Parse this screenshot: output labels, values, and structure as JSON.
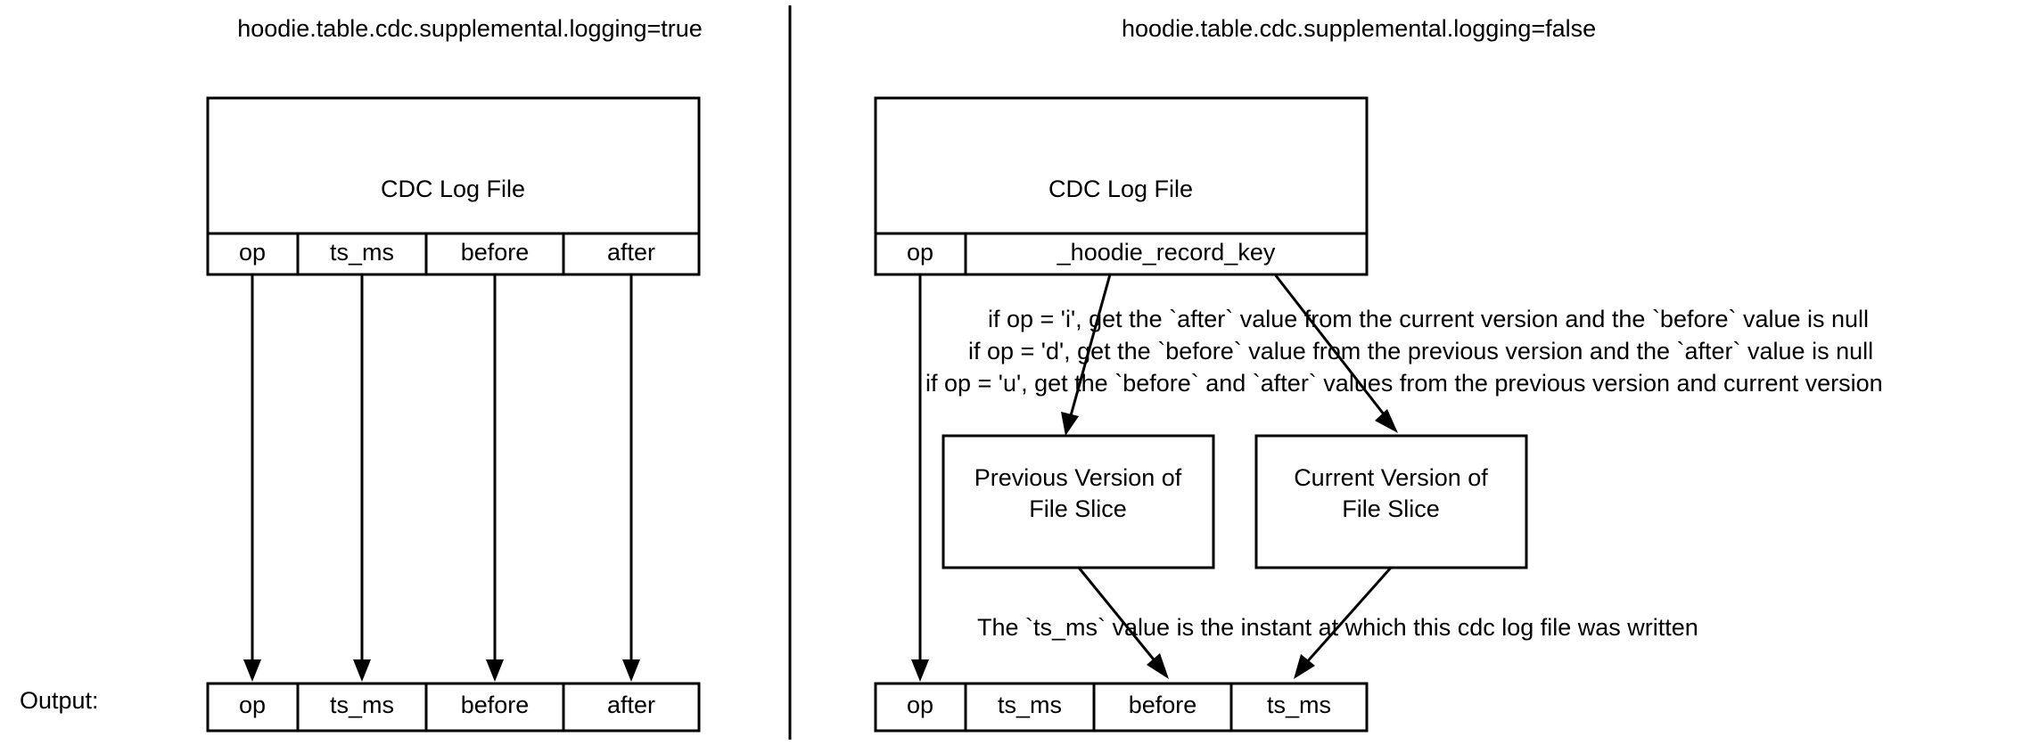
{
  "figure": {
    "background_color": "#ffffff",
    "line_color": "#000000",
    "text_color": "#000000"
  },
  "left_panel": {
    "title": "hoodie.table.cdc.supplemental.logging=true",
    "source_box": {
      "label": "CDC Log File",
      "columns": [
        "op",
        "ts_ms",
        "before",
        "after"
      ]
    },
    "output": {
      "label": "Output:",
      "columns": [
        "op",
        "ts_ms",
        "before",
        "after"
      ]
    }
  },
  "right_panel": {
    "title": "hoodie.table.cdc.supplemental.logging=false",
    "source_box": {
      "label": "CDC Log File",
      "columns": [
        "op",
        "_hoodie_record_key"
      ]
    },
    "notes": [
      "if op = 'i', get the `after` value from the current version and the `before` value is null",
      "if op = 'd', get the `before` value from the previous version  and the `after` value is null",
      "if op = 'u', get the `before` and `after` values from the previous version and current version"
    ],
    "version_boxes": [
      {
        "line1": "Previous Version of",
        "line2": "File Slice"
      },
      {
        "line1": "Current Version of",
        "line2": "File Slice"
      }
    ],
    "ts_note": "The `ts_ms` value is the instant at which this cdc log file was written",
    "output": {
      "columns": [
        "op",
        "ts_ms",
        "before",
        "ts_ms"
      ]
    }
  }
}
